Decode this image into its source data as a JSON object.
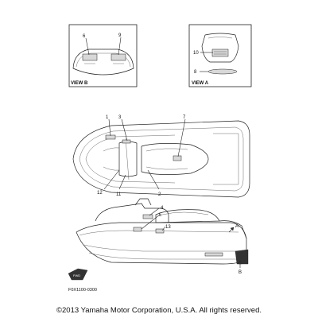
{
  "views": {
    "view_b": {
      "caption": "VIEW B",
      "callouts": [
        "6",
        "9"
      ]
    },
    "view_a": {
      "caption": "VIEW A",
      "callouts": [
        "10",
        "8"
      ]
    }
  },
  "top_view": {
    "callouts": [
      "1",
      "3",
      "7",
      "12",
      "11",
      "2"
    ]
  },
  "side_view": {
    "callouts": [
      "4",
      "5",
      "13"
    ],
    "arrow_a": "A",
    "arrow_b": "B"
  },
  "fwd_badge": "FWD",
  "reference_code": "F0X1100-0300",
  "footer": {
    "copyright": "©2013 Yamaha Motor Corporation, U.S.A. All rights reserved."
  }
}
